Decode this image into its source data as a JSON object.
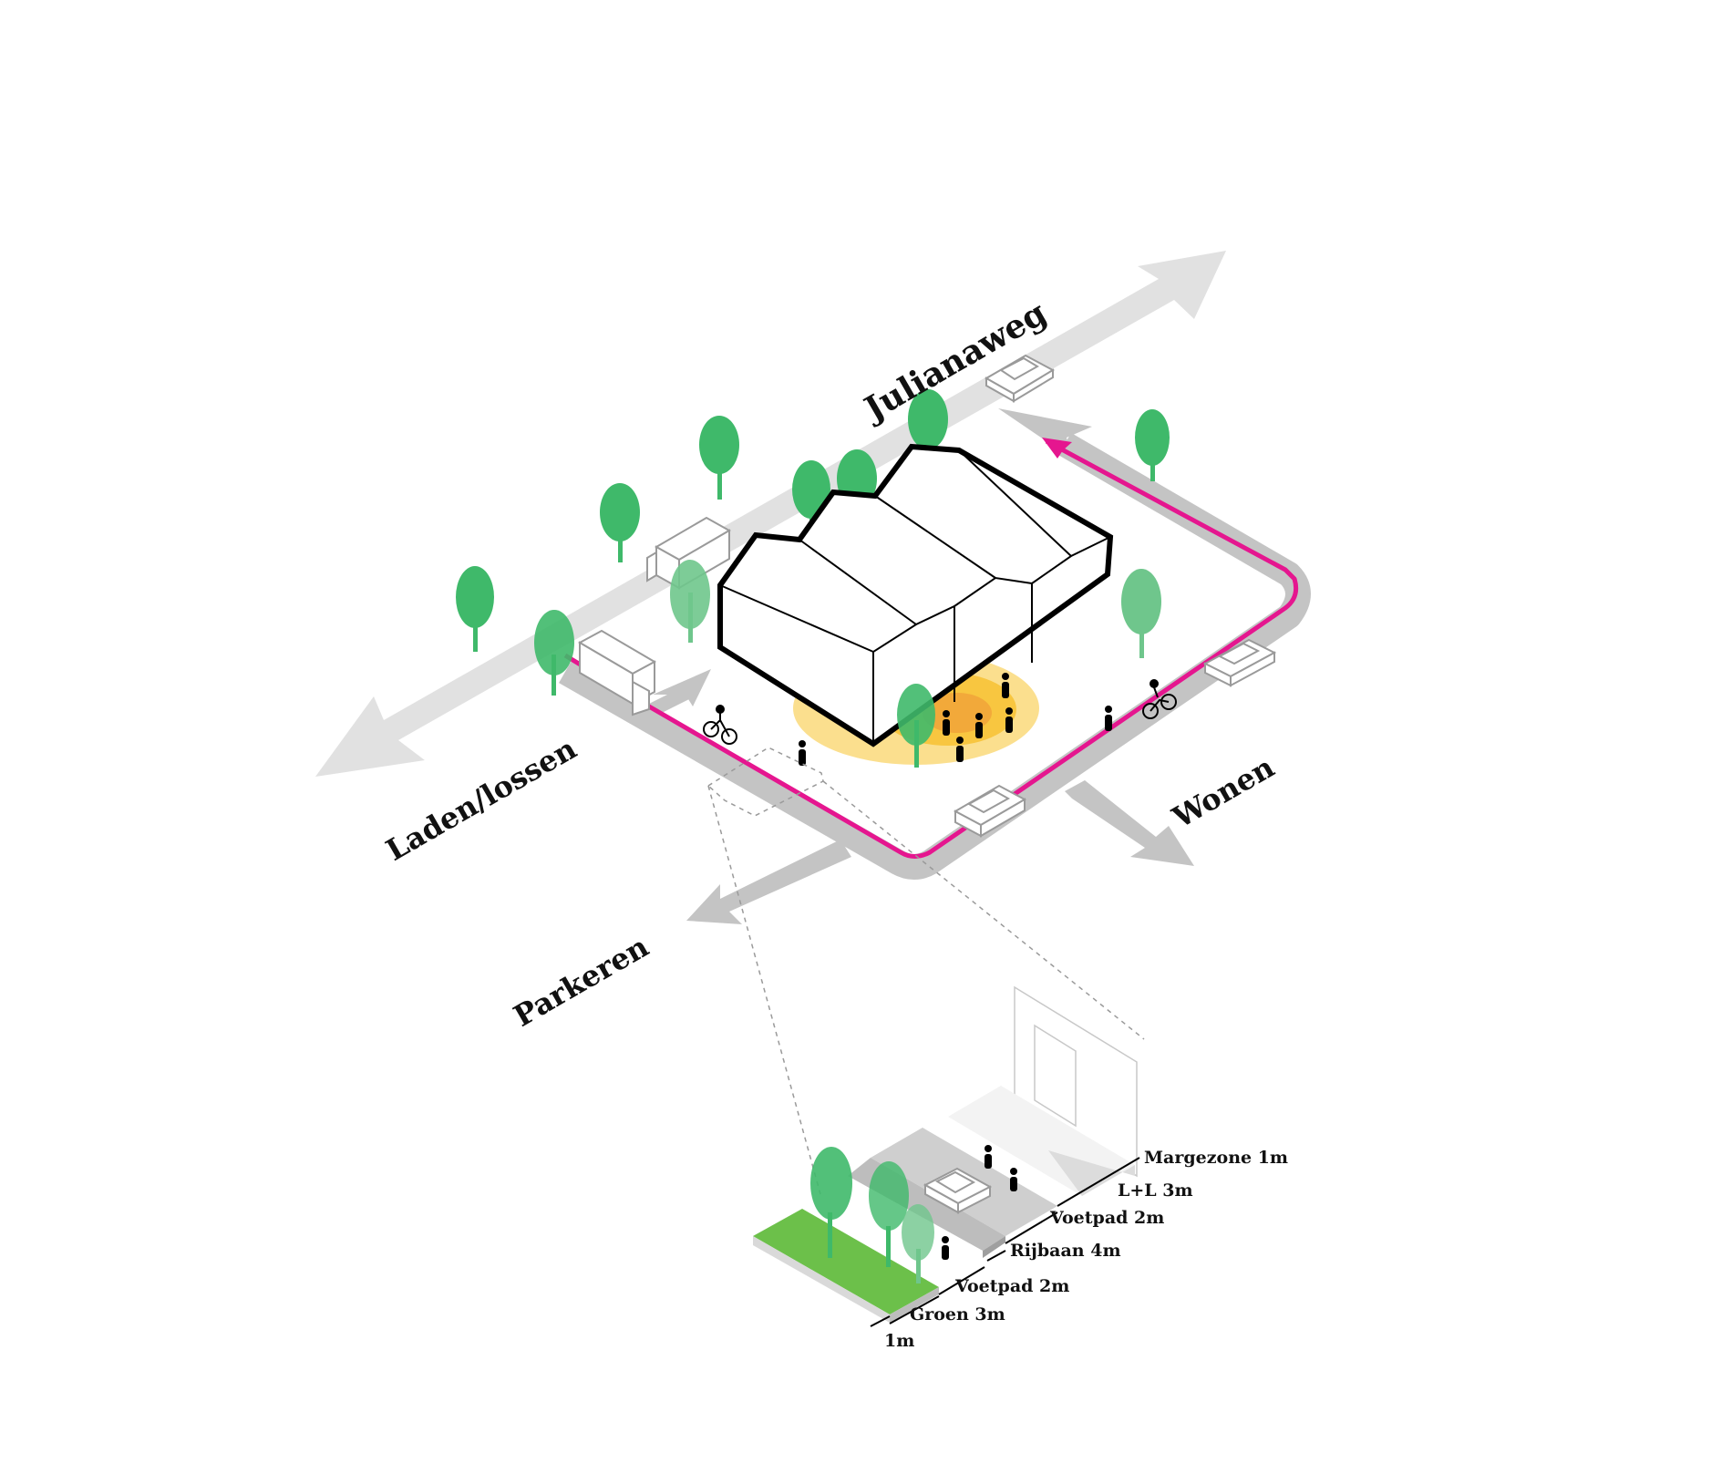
{
  "labels": {
    "julianaweg": "Julianaweg",
    "laden_lossen": "Laden/lossen",
    "wonen": "Wonen",
    "parkeren": "Parkeren"
  },
  "profile": {
    "margezone": "Margezone 1m",
    "ll": "L+L 3m",
    "voetpad_top": "Voetpad 2m",
    "rijbaan": "Rijbaan 4m",
    "voetpad_bottom": "Voetpad 2m",
    "groen": "Groen 3m",
    "one_m": "1m"
  },
  "colors": {
    "route": "#e5168f",
    "road_light": "#e1e1e1",
    "road_dark": "#c4c4c4",
    "tree": "#3fb96a",
    "tree_light": "#6fc68c",
    "plaza": "#f8c640",
    "grass": "#6cc04a"
  }
}
